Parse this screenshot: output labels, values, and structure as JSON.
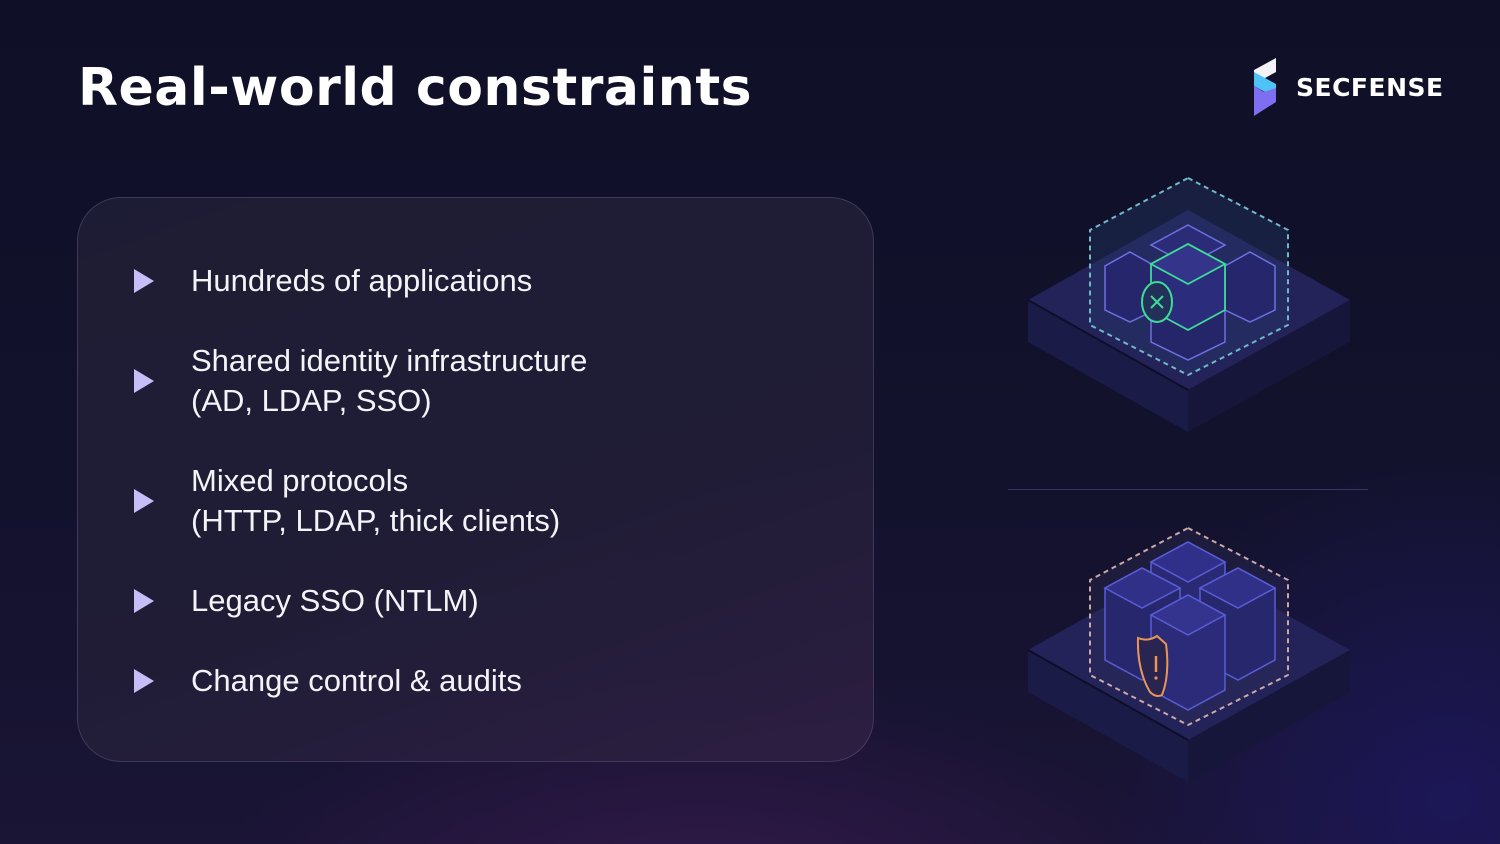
{
  "slide": {
    "title": "Real-world constraints",
    "brand": {
      "name": "SECFENSE",
      "colors": {
        "top": "#f2f2f7",
        "middle": "#4fc3f7",
        "bottom": "#7d6ef2"
      }
    },
    "bullets": [
      {
        "text": "Hundreds of applications"
      },
      {
        "text": "Shared identity infrastructure\n(AD, LDAP, SSO)"
      },
      {
        "text": "Mixed protocols\n(HTTP, LDAP, thick clients)"
      },
      {
        "text": "Legacy SSO (NTLM)"
      },
      {
        "text": "Change control & audits"
      }
    ],
    "illustrations": [
      {
        "name": "protected-app-cluster",
        "badge": "check-circle-icon",
        "accent": "#3ddc97"
      },
      {
        "name": "at-risk-app-cluster",
        "badge": "shield-warning-icon",
        "accent": "#e8955a"
      }
    ],
    "colors": {
      "bullet": "#c7bdf7",
      "background": "#0f0f28",
      "text": "#f4f4f8"
    }
  }
}
